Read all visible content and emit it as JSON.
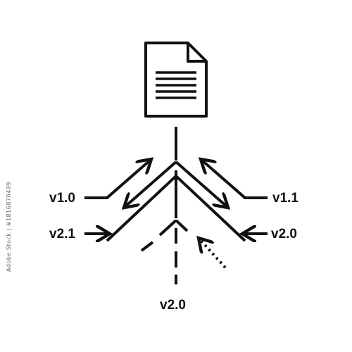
{
  "labels": {
    "top_left": "v1.0",
    "top_right": "v1.1",
    "mid_left": "v2.1",
    "mid_right": "v2.0",
    "bottom": "v2.0"
  },
  "side_text": "Adobe Stock | #1816870499",
  "colors": {
    "ink": "#111111",
    "background": "#ffffff"
  }
}
